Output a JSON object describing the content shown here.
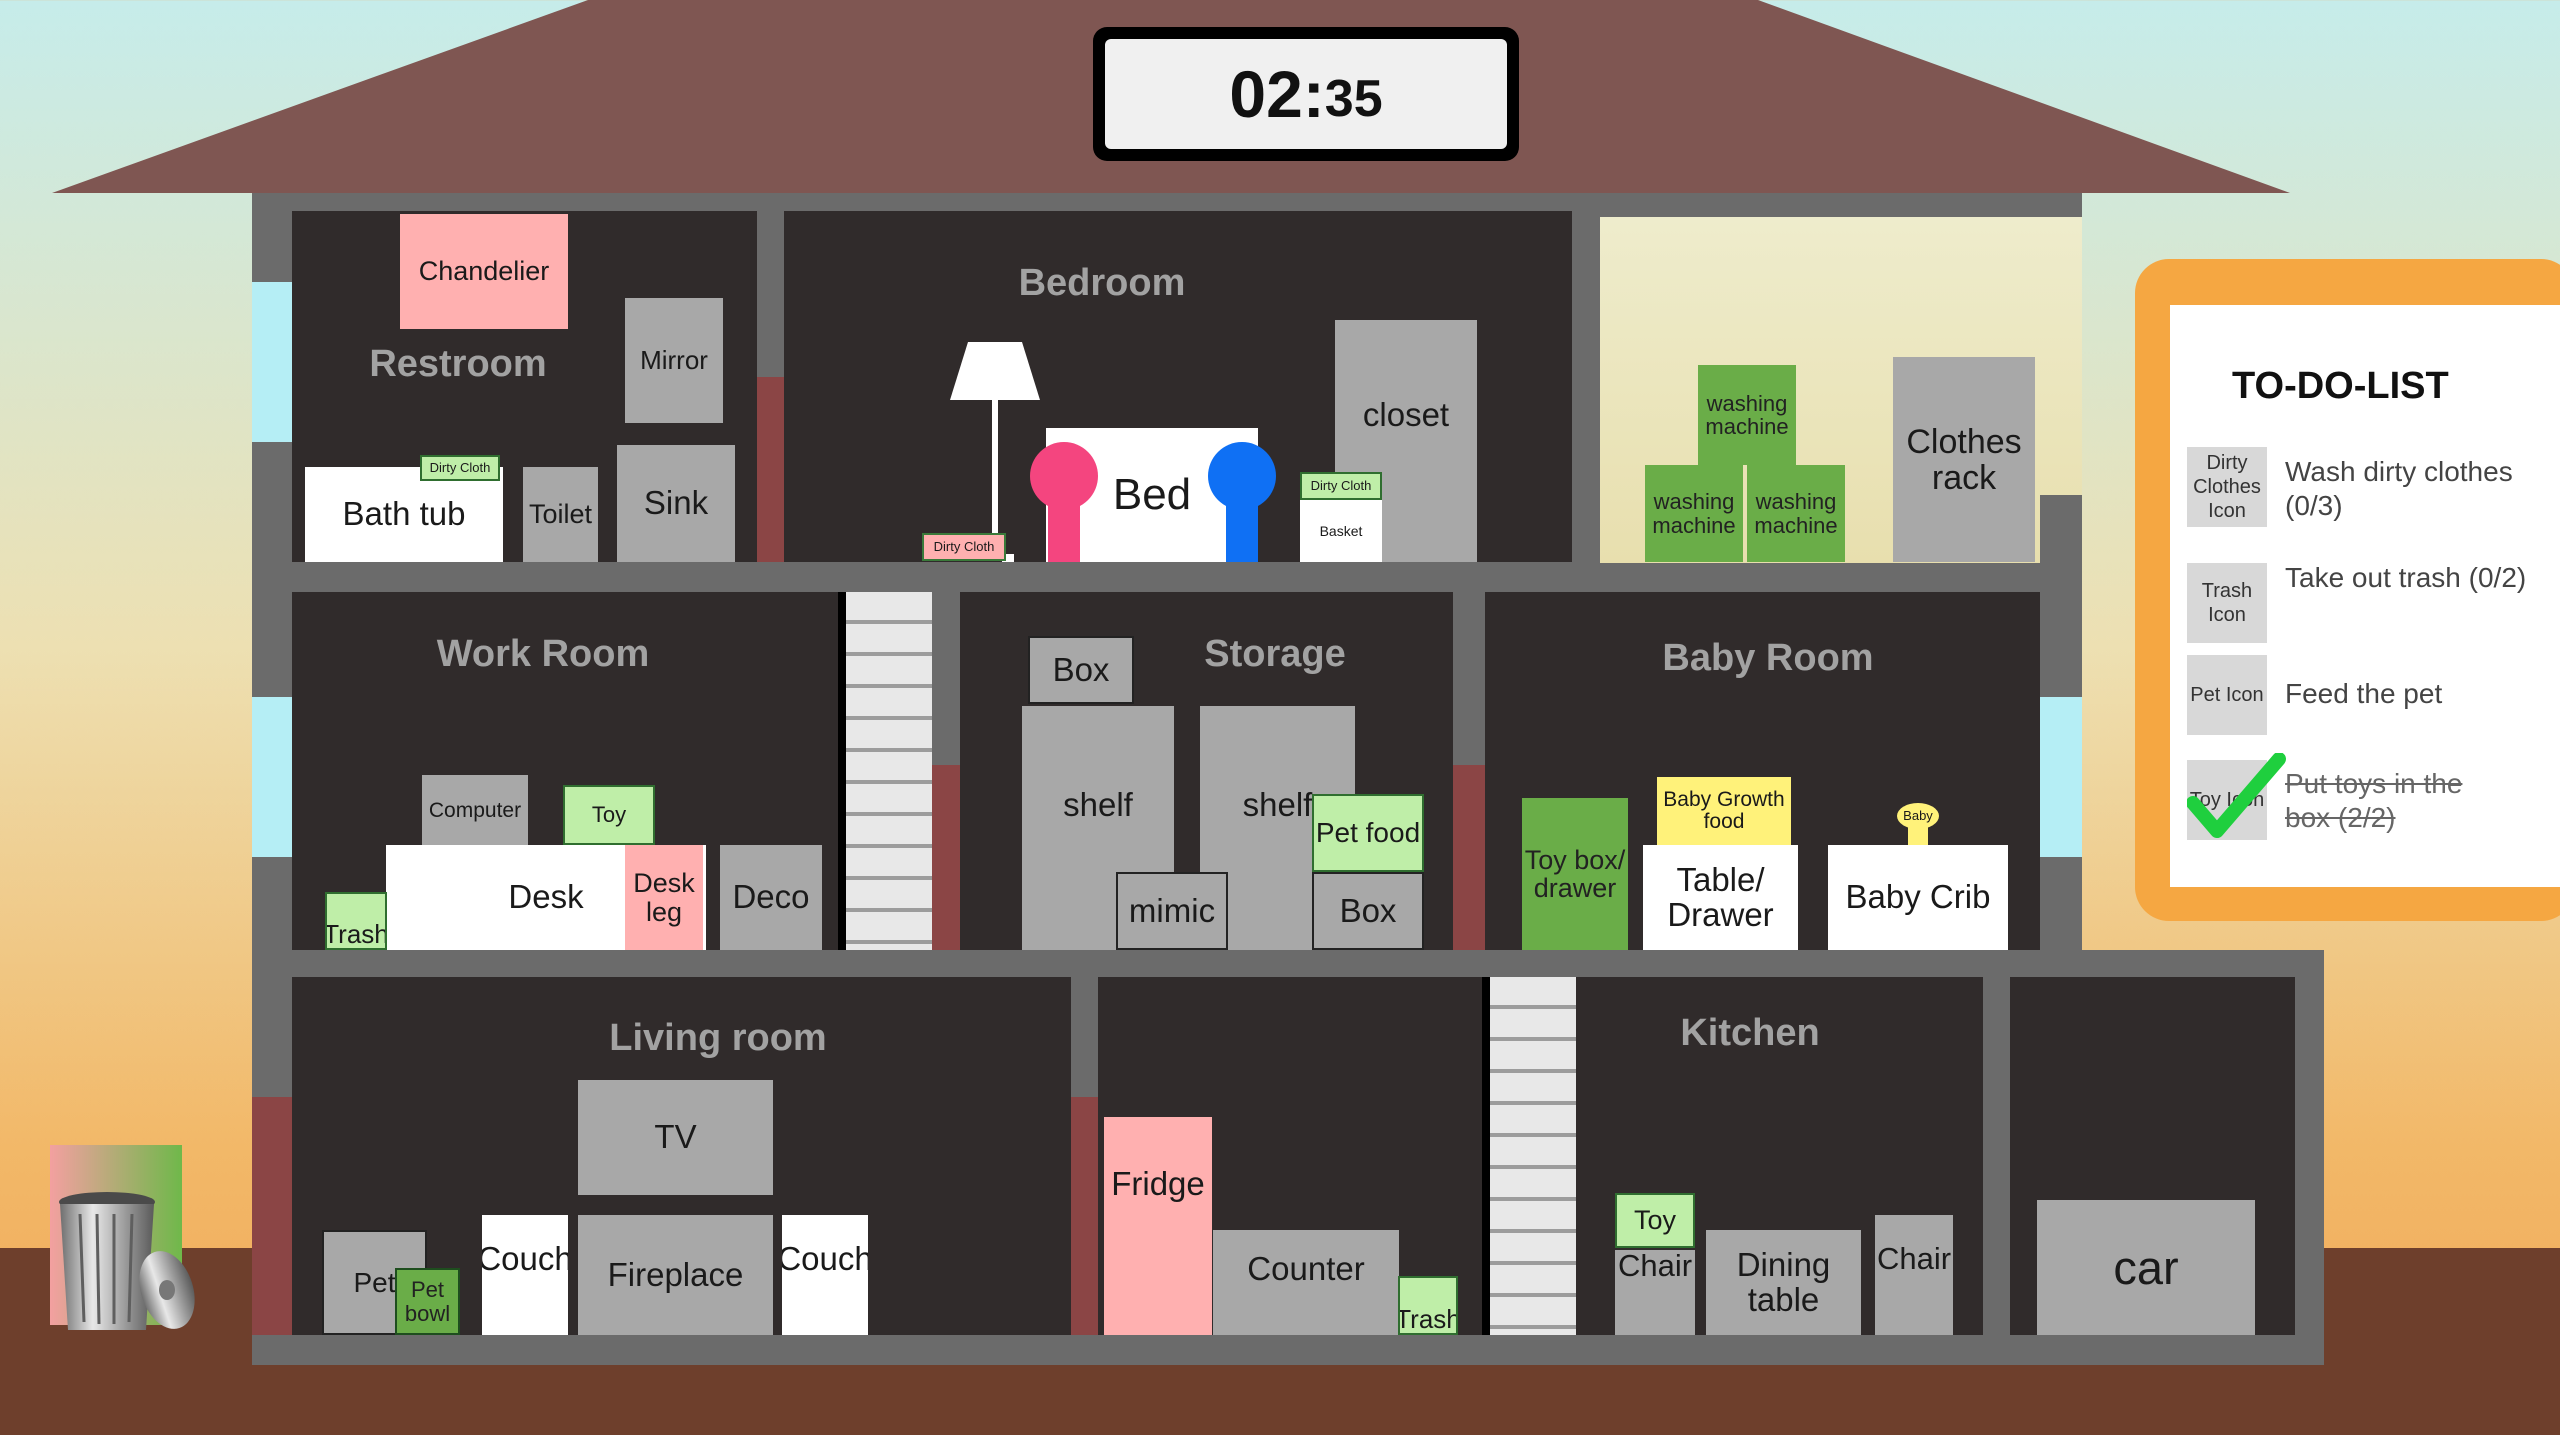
{
  "timer": {
    "minutes": "02",
    "sep": ":",
    "seconds": "35"
  },
  "rooms": {
    "restroom": "Restroom",
    "bedroom": "Bedroom",
    "workroom": "Work Room",
    "storage": "Storage",
    "babyroom": "Baby Room",
    "livingroom": "Living room",
    "kitchen": "Kitchen"
  },
  "objects": {
    "chandelier": "Chandelier",
    "mirror": "Mirror",
    "bathtub": "Bath tub",
    "toilet": "Toilet",
    "sink": "Sink",
    "dirty_cloth": "Dirty Cloth",
    "bed": "Bed",
    "closet": "closet",
    "basket": "Basket",
    "washing_machine": "washing machine",
    "clothes_rack": "Clothes rack",
    "computer": "Computer",
    "toy": "Toy",
    "desk": "Desk",
    "desk_leg": "Desk leg",
    "deco": "Deco",
    "trash": "Trash",
    "box": "Box",
    "shelf": "shelf",
    "mimic": "mimic",
    "pet_food": "Pet food",
    "toy_box": "Toy box/ drawer",
    "baby_growth_food": "Baby Growth food",
    "table_drawer": "Table/ Drawer",
    "baby": "Baby",
    "baby_crib": "Baby Crib",
    "tv": "TV",
    "pet": "Pet",
    "pet_bowl": "Pet bowl",
    "couch": "Couch",
    "fireplace": "Fireplace",
    "fridge": "Fridge",
    "counter": "Counter",
    "chair": "Chair",
    "dining_table": "Dining table",
    "car": "car"
  },
  "todo": {
    "title": "TO-DO-LIST",
    "items": [
      {
        "icon": "Dirty Clothes Icon",
        "text": "Wash dirty clothes (0/3)",
        "done": false
      },
      {
        "icon": "Trash Icon",
        "text": "Take out trash (0/2)",
        "done": false
      },
      {
        "icon": "Pet Icon",
        "text": "Feed the pet",
        "done": false
      },
      {
        "icon": "Toy Icon",
        "text": "Put toys in the box (2/2)",
        "done": true
      }
    ]
  },
  "colors": {
    "roof": "#7f5652",
    "wall": "#6b6b6b",
    "room": "#302b2b",
    "todo_border": "#f5a742",
    "checkmark": "#1fcf3e"
  }
}
